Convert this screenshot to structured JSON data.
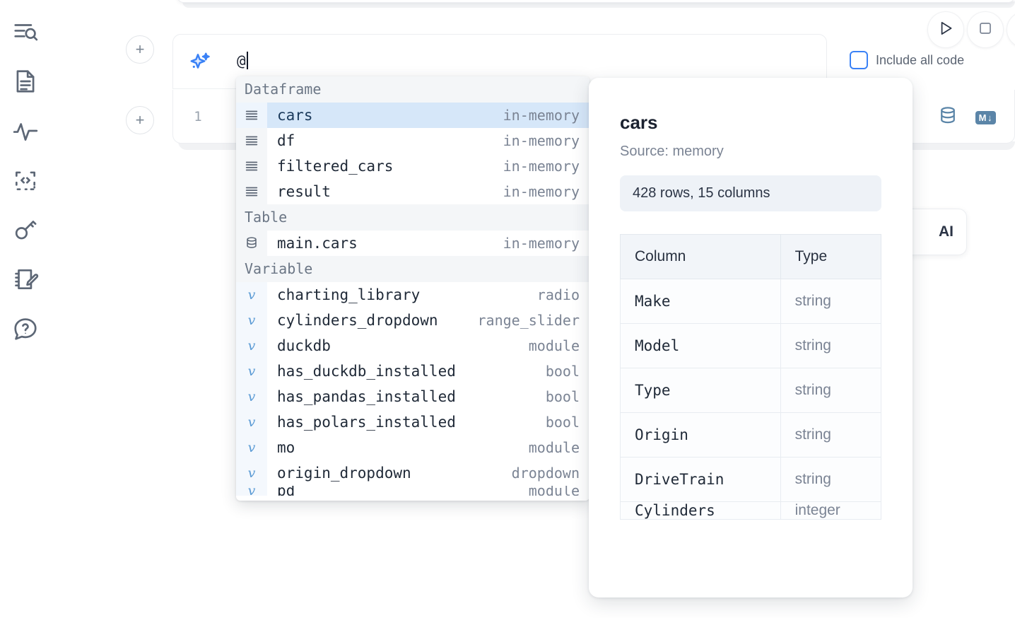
{
  "sidebar": {
    "items": [
      {
        "name": "explore-search-icon",
        "label": "Explore"
      },
      {
        "name": "document-icon",
        "label": "Documentation"
      },
      {
        "name": "activity-icon",
        "label": "Activity"
      },
      {
        "name": "code-snippet-icon",
        "label": "Snippets"
      },
      {
        "name": "key-icon",
        "label": "Secrets"
      },
      {
        "name": "scratchpad-edit-icon",
        "label": "Scratchpad"
      },
      {
        "name": "help-chat-icon",
        "label": "Help"
      }
    ]
  },
  "toolbar": {
    "add_cell_label": "+",
    "run_label": "Run",
    "stop_label": "Stop",
    "include_all_code_label": "Include all code",
    "include_all_code_checked": false
  },
  "ai_cell": {
    "icon": "sparkles-icon",
    "input_value": "@",
    "placeholder": ""
  },
  "code_cell": {
    "line_number": "1",
    "database_icon": "database-icon",
    "markdown_badge": "M",
    "markdown_arrow": "↓"
  },
  "ai_hint_card": {
    "text": "AI"
  },
  "autocomplete": {
    "sections": [
      {
        "label": "Dataframe",
        "icon": "dataframe-icon",
        "kind_class": "df",
        "items": [
          {
            "name": "cars",
            "kind": "in-memory",
            "selected": true
          },
          {
            "name": "df",
            "kind": "in-memory",
            "selected": false
          },
          {
            "name": "filtered_cars",
            "kind": "in-memory",
            "selected": false
          },
          {
            "name": "result",
            "kind": "in-memory",
            "selected": false
          }
        ]
      },
      {
        "label": "Table",
        "icon": "table-database-icon",
        "kind_class": "tbl",
        "items": [
          {
            "name": "main.cars",
            "kind": "in-memory",
            "selected": false
          }
        ]
      },
      {
        "label": "Variable",
        "icon": "variable-icon",
        "kind_class": "var",
        "items": [
          {
            "name": "charting_library",
            "kind": "radio",
            "selected": false
          },
          {
            "name": "cylinders_dropdown",
            "kind": "range_slider",
            "selected": false
          },
          {
            "name": "duckdb",
            "kind": "module",
            "selected": false
          },
          {
            "name": "has_duckdb_installed",
            "kind": "bool",
            "selected": false
          },
          {
            "name": "has_pandas_installed",
            "kind": "bool",
            "selected": false
          },
          {
            "name": "has_polars_installed",
            "kind": "bool",
            "selected": false
          },
          {
            "name": "mo",
            "kind": "module",
            "selected": false
          },
          {
            "name": "origin_dropdown",
            "kind": "dropdown",
            "selected": false
          },
          {
            "name": "pd",
            "kind": "module",
            "selected": false,
            "partial": true
          }
        ]
      }
    ]
  },
  "detail_panel": {
    "title": "cars",
    "source": "Source: memory",
    "shape": "428 rows, 15 columns",
    "columns_header": "Column",
    "type_header": "Type",
    "rows": [
      {
        "column": "Make",
        "type": "string"
      },
      {
        "column": "Model",
        "type": "string"
      },
      {
        "column": "Type",
        "type": "string"
      },
      {
        "column": "Origin",
        "type": "string"
      },
      {
        "column": "DriveTrain",
        "type": "string"
      },
      {
        "column": "Cylinders",
        "type": "integer",
        "partial": true
      }
    ]
  },
  "colors": {
    "accent_blue": "#3b82f6",
    "selected_row": "#d6e7f9",
    "section_bg": "#f4f6f8",
    "icon_slate": "#5d6776",
    "badge_bg": "#eef2f7",
    "md_badge": "#5b85a8"
  }
}
